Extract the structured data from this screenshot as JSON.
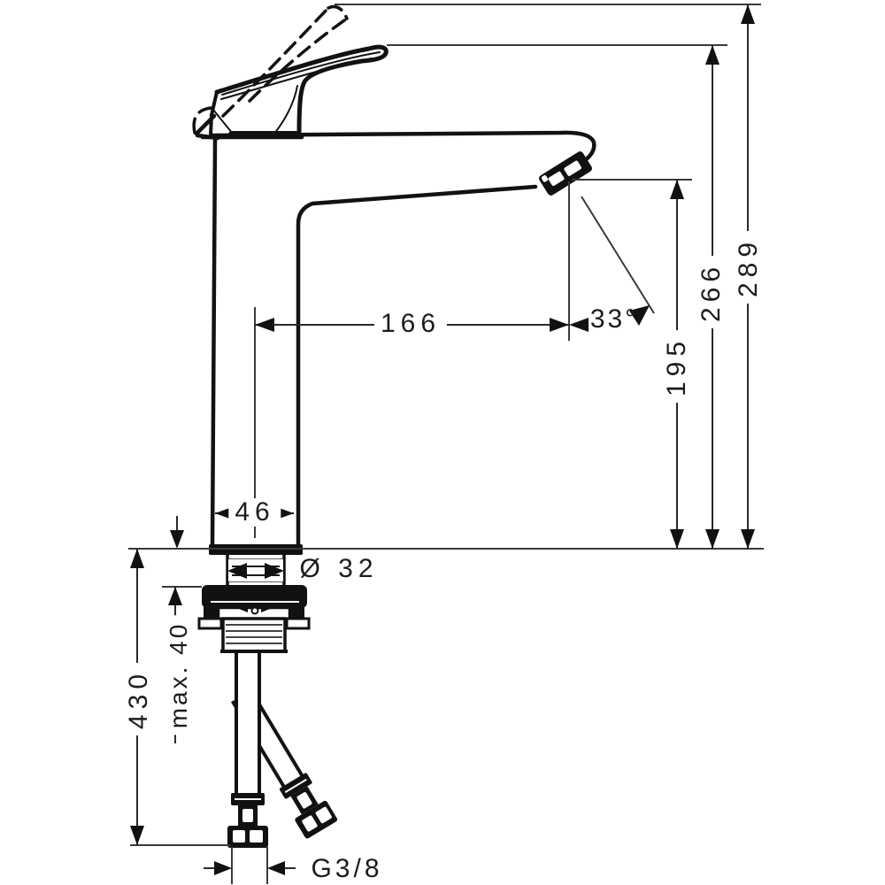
{
  "drawing": {
    "kind": "faucet installation dimension drawing",
    "view": "side view of single-lever basin mixer with mounting shank, nut and supply hoses",
    "colors": {
      "line": "#1a1a1a",
      "background": "#ffffff"
    }
  },
  "dimensions": {
    "overall_height_handle_raised": "289",
    "height_to_handle_top": "266",
    "spout_outlet_height": "195",
    "spout_reach": "166",
    "outlet_angle": "33°",
    "body_base_width": "46",
    "shank_diameter": "Ø 32",
    "max_mounting_thickness": "max. 40",
    "hose_length_below_deck": "430",
    "supply_connection_thread": "G3/8"
  }
}
